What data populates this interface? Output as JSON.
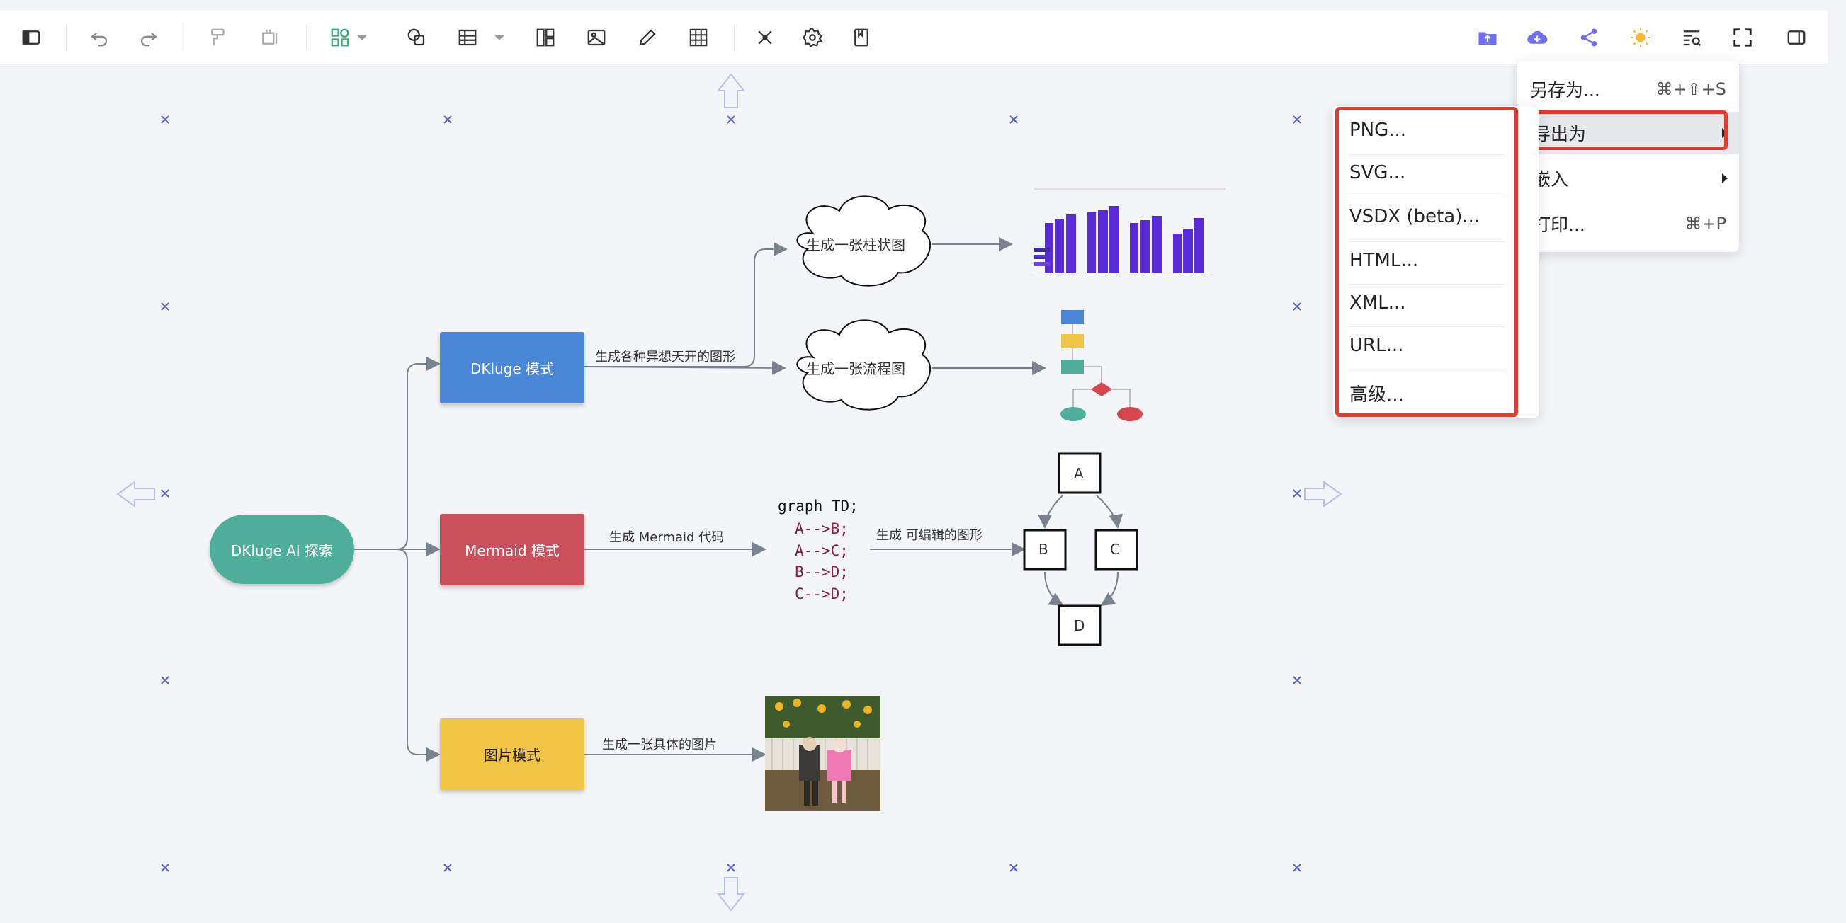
{
  "toolbar": {
    "icons": [
      "sidebar-toggle",
      "undo",
      "redo",
      "format-painter",
      "clear-format",
      "insert-shapes",
      "shapes",
      "table",
      "layout",
      "image",
      "pen",
      "grid",
      "mindmap",
      "settings",
      "book"
    ],
    "right_icons": [
      "export-folder",
      "cloud-download",
      "share",
      "theme-sun",
      "search-replace",
      "fullscreen",
      "right-panel"
    ],
    "accent": "#6f6ff2"
  },
  "file_menu": {
    "items": [
      {
        "label": "另存为...",
        "shortcut": "⌘+⇧+S"
      },
      {
        "label": "导出为",
        "submenu": true
      },
      {
        "label": "嵌入",
        "submenu": true
      },
      {
        "label": "打印...",
        "shortcut": "⌘+P"
      }
    ],
    "visible_labels": {
      "save_as": "另存为...",
      "export_as": "导出为",
      "embed": "嵌入",
      "print": "打印..."
    }
  },
  "export_submenu": {
    "items": [
      "PNG...",
      "SVG...",
      "VSDX (beta)...",
      "HTML...",
      "XML...",
      "URL...",
      "高级..."
    ]
  },
  "diagram": {
    "root": "DKluge AI 探索",
    "branches": [
      {
        "label": "DKluge 模式",
        "color": "#4b87d9",
        "edge": "生成各种异想天开的图形"
      },
      {
        "label": "Mermaid 模式",
        "color": "#c9505a",
        "edge": "生成 Mermaid 代码"
      },
      {
        "label": "图片模式",
        "color": "#f0c444",
        "edge": "生成一张具体的图片"
      }
    ],
    "clouds": [
      "生成一张柱状图",
      "生成一张流程图"
    ],
    "mermaid_code": [
      "graph TD;",
      "A-->B;",
      "A-->C;",
      "B-->D;",
      "C-->D;"
    ],
    "mermaid_edge": "生成 可编辑的图形",
    "flow_nodes": [
      "A",
      "B",
      "C",
      "D"
    ],
    "root_color": "#4fae9a"
  }
}
